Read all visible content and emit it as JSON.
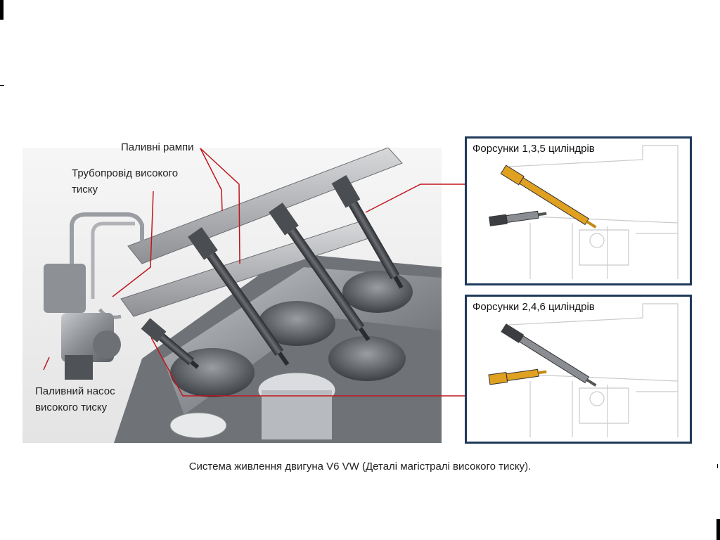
{
  "labels": {
    "fuel_rails": "Паливні рампи",
    "hp_line_1": "Трубопровід високого",
    "hp_line_2": "тиску",
    "hp_pump_1": "Паливний насос",
    "hp_pump_2": "високого тиску"
  },
  "panels": {
    "top_title": "Форсунки 1,3,5 циліндрів",
    "bottom_title": "Форсунки 2,4,6 циліндрів"
  },
  "caption": "Система живлення двигуна V6 VW (Деталі магістралі високого тиску).",
  "colors": {
    "leader_line": "#c0161c",
    "panel_border": "#1f3a5a",
    "highlight_injector": "#e0a020",
    "engine_metal": "#8a8d92"
  }
}
